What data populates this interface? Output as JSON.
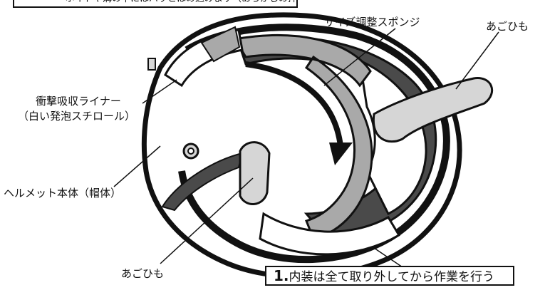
{
  "labels": {
    "top_note": "ボイドや溝の中にはバッとはめ込みます（あらかじめ押し付けます）",
    "sizing_sponge": "サイズ調整スポンジ",
    "chin_strap_right": "あごひも",
    "liner_line1": "衝撃吸収ライナー",
    "liner_line2": "（白い発泡スチロール）",
    "shell": "ヘルメット本体（帽体）",
    "chin_strap_bottom": "あごひも"
  },
  "step": {
    "number": "1.",
    "text": "内装は全て取り外してから作業を行う"
  },
  "colors": {
    "outline": "#111111",
    "sponge": "#a9a9a9",
    "strap": "#d6d6d6",
    "dark_inner": "#4a4a4a",
    "shell_fill": "#ffffff"
  }
}
